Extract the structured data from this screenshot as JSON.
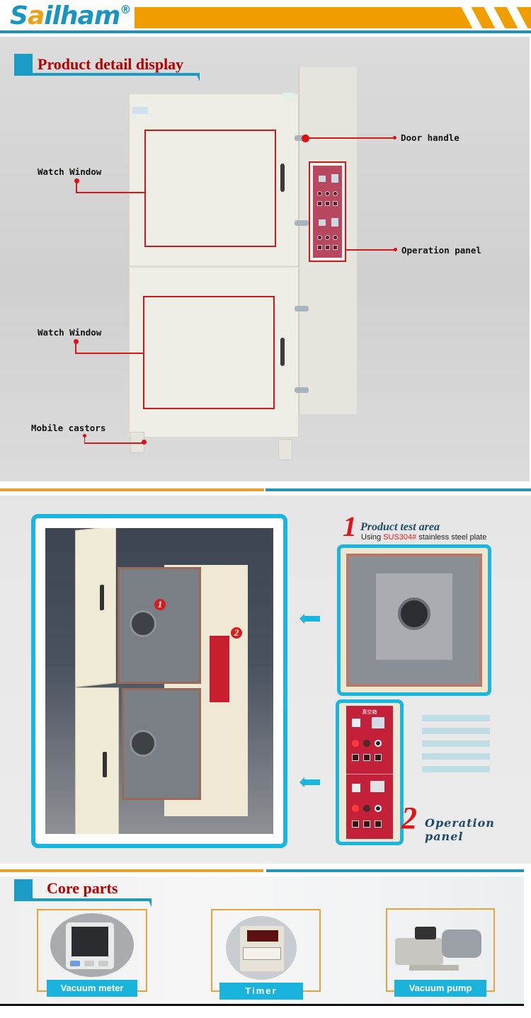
{
  "header": {
    "logo_text_s": "S",
    "logo_text_a": "a",
    "logo_text_rest": "ilham",
    "logo_reg": "®",
    "colors": {
      "brand_teal": "#1a95c0",
      "brand_orange": "#f09d00"
    }
  },
  "detail_section": {
    "title": "Product detail display",
    "callouts": {
      "watch_window_top": "Watch Window",
      "watch_window_bottom": "Watch Window",
      "mobile_castors": "Mobile castors",
      "door_handle": "Door handle",
      "operation_panel": "Operation panel"
    },
    "colors": {
      "callout_red": "#d91818",
      "title_red": "#b30000"
    }
  },
  "feature_section": {
    "photo_markers": [
      "1",
      "2"
    ],
    "test_area": {
      "number": "1",
      "title": "Product test area",
      "subtitle_prefix": "Using ",
      "subtitle_highlight": "SUS304#",
      "subtitle_suffix": " stainless steel plate"
    },
    "operation_panel": {
      "number": "2",
      "title_line1": "Operation",
      "title_line2": "panel",
      "panel_header": "真空箱"
    }
  },
  "core_parts": {
    "title": "Core parts",
    "items": [
      {
        "label": "Vacuum meter",
        "icon": "vacuum-meter-icon"
      },
      {
        "label": "Timer",
        "icon": "timer-icon"
      },
      {
        "label": "Vacuum pump",
        "icon": "vacuum-pump-icon"
      }
    ]
  }
}
